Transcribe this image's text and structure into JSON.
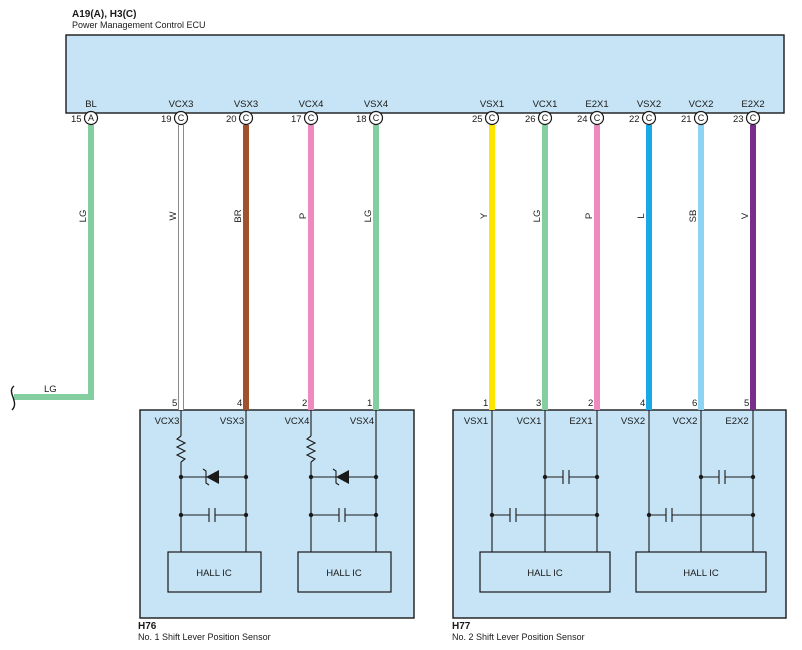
{
  "ecu": {
    "connector_ref": "A19(A), H3(C)",
    "name": "Power Management Control ECU",
    "pins": [
      {
        "terminal": "BL",
        "pin": "15",
        "conn": "A"
      },
      {
        "terminal": "VCX3",
        "pin": "19",
        "conn": "C"
      },
      {
        "terminal": "VSX3",
        "pin": "20",
        "conn": "C"
      },
      {
        "terminal": "VCX4",
        "pin": "17",
        "conn": "C"
      },
      {
        "terminal": "VSX4",
        "pin": "18",
        "conn": "C"
      },
      {
        "terminal": "VSX1",
        "pin": "25",
        "conn": "C"
      },
      {
        "terminal": "VCX1",
        "pin": "26",
        "conn": "C"
      },
      {
        "terminal": "E2X1",
        "pin": "24",
        "conn": "C"
      },
      {
        "terminal": "VSX2",
        "pin": "22",
        "conn": "C"
      },
      {
        "terminal": "VCX2",
        "pin": "21",
        "conn": "C"
      },
      {
        "terminal": "E2X2",
        "pin": "23",
        "conn": "C"
      }
    ]
  },
  "wires": [
    {
      "code": "LG",
      "color": "#84cfa0"
    },
    {
      "code": "W",
      "color": "#ffffff"
    },
    {
      "code": "BR",
      "color": "#a0522d"
    },
    {
      "code": "P",
      "color": "#ef8ac0"
    },
    {
      "code": "LG",
      "color": "#84cfa0"
    },
    {
      "code": "Y",
      "color": "#ffe600"
    },
    {
      "code": "LG",
      "color": "#84cfa0"
    },
    {
      "code": "P",
      "color": "#ef8ac0"
    },
    {
      "code": "L",
      "color": "#1aa9e6"
    },
    {
      "code": "SB",
      "color": "#8fd3f3"
    },
    {
      "code": "V",
      "color": "#7a2e8c"
    }
  ],
  "ground_wire_label": "LG",
  "sensor1": {
    "id": "H76",
    "name": "No.  1 Shift Lever Position Sensor",
    "pins": [
      {
        "terminal": "VCX3",
        "pin": "5"
      },
      {
        "terminal": "VSX3",
        "pin": "4"
      },
      {
        "terminal": "VCX4",
        "pin": "2"
      },
      {
        "terminal": "VSX4",
        "pin": "1"
      }
    ],
    "hall_labels": [
      "HALL IC",
      "HALL IC"
    ]
  },
  "sensor2": {
    "id": "H77",
    "name": "No.  2 Shift Lever Position Sensor",
    "pins": [
      {
        "terminal": "VSX1",
        "pin": "1"
      },
      {
        "terminal": "VCX1",
        "pin": "3"
      },
      {
        "terminal": "E2X1",
        "pin": "2"
      },
      {
        "terminal": "VSX2",
        "pin": "4"
      },
      {
        "terminal": "VCX2",
        "pin": "6"
      },
      {
        "terminal": "E2X2",
        "pin": "5"
      }
    ],
    "hall_labels": [
      "HALL IC",
      "HALL IC"
    ]
  }
}
